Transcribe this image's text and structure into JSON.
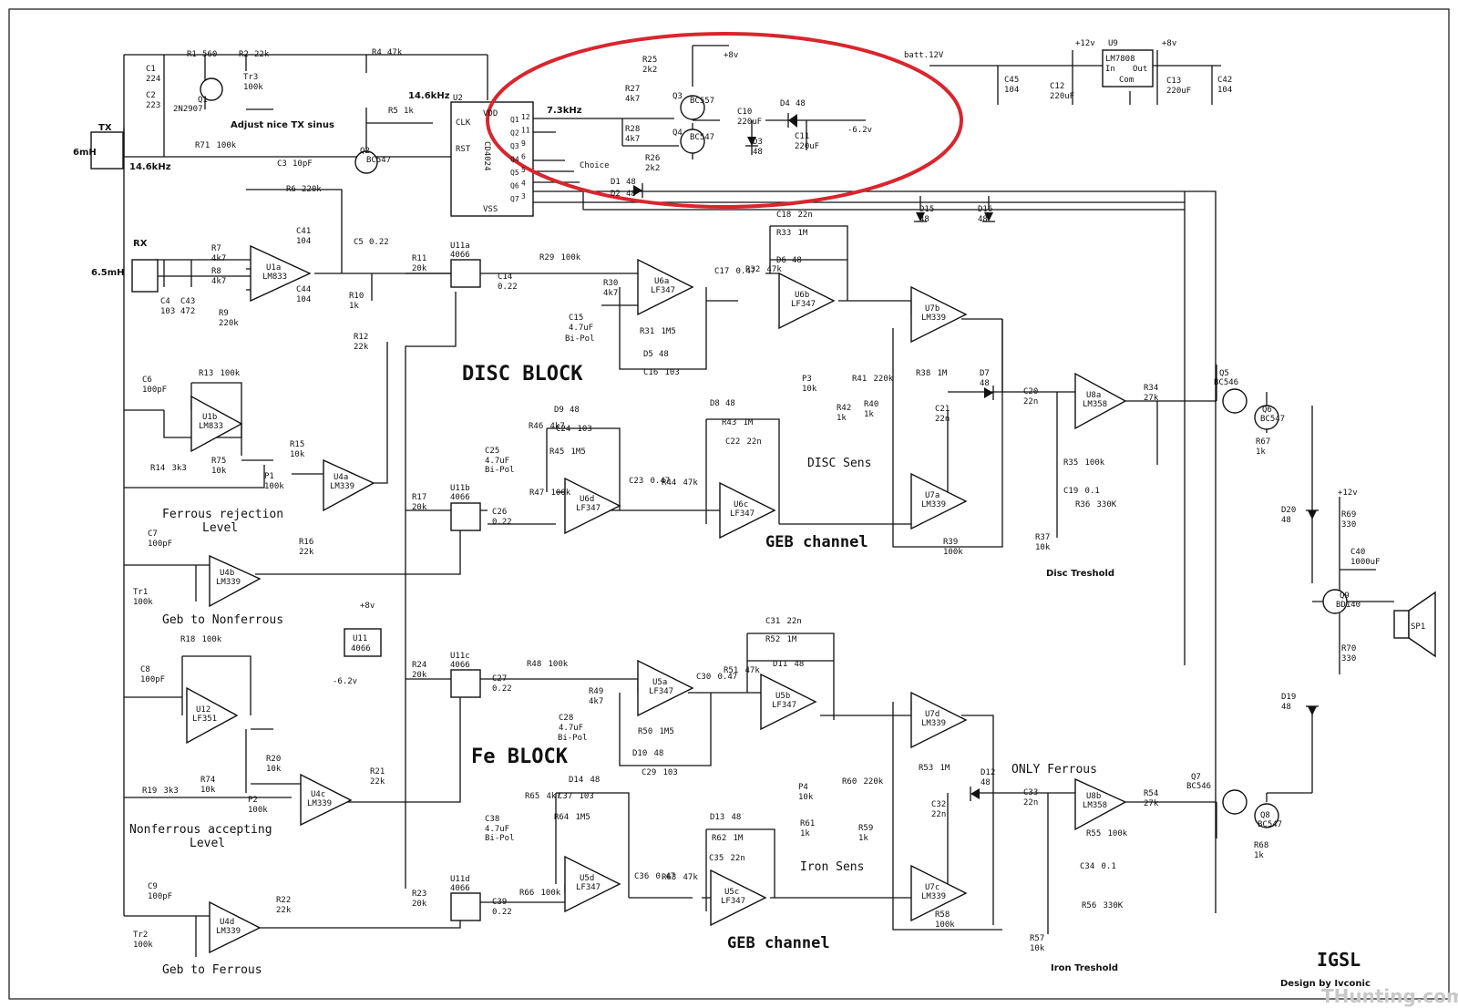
{
  "title": "IGSL",
  "designer": "Design by Ivconic",
  "watermark": "THunting.com",
  "highlight_color": "#d8262e",
  "blocks": {
    "disc": "DISC BLOCK",
    "fe": "Fe BLOCK",
    "geb_disc": "GEB channel",
    "geb_fe": "GEB channel"
  },
  "labels": {
    "tx": "TX",
    "tx_ind": "6mH",
    "tx_freq": "14.6kHz",
    "rx": "RX",
    "rx_ind": "6.5mH",
    "adjust": "Adjust nice TX sinus",
    "freq_u2": "14.6kHz",
    "freq_q1": "7.3kHz",
    "choice": "Choice",
    "batt": "batt.12V",
    "ferrous_rejection": "Ferrous rejection",
    "ferrous_rejection2": "Level",
    "geb_nonferrous": "Geb to Nonferrous",
    "nonferrous_accepting": "Nonferrous accepting",
    "nonferrous_accepting2": "Level",
    "geb_ferrous": "Geb to Ferrous",
    "disc_sens": "DISC Sens",
    "iron_sens": "Iron Sens",
    "disc_treshold": "Disc Treshold",
    "iron_treshold": "Iron Treshold",
    "only_ferrous": "ONLY Ferrous",
    "minus62": "-6.2v",
    "plus8": "+8v",
    "plus12": "+12v",
    "bipol": "Bi-Pol"
  },
  "parts": {
    "u2": {
      "name": "U2",
      "ic": "CD4024",
      "clk": "CLK",
      "rst": "RST",
      "vdd": "VDD",
      "vss": "VSS",
      "pins": [
        "Q1",
        "Q2",
        "Q3",
        "Q4",
        "Q5",
        "Q6",
        "Q7"
      ],
      "pin_nums": [
        "12",
        "11",
        "9",
        "6",
        "5",
        "4",
        "3"
      ]
    },
    "u9": {
      "name": "U9",
      "ic": "LM7808",
      "in": "In",
      "out": "Out",
      "com": "Com"
    },
    "u1a": {
      "name": "U1a",
      "ic": "LM833"
    },
    "u1b": {
      "name": "U1b",
      "ic": "LM833"
    },
    "u6a": {
      "name": "U6a",
      "ic": "LF347"
    },
    "u6b": {
      "name": "U6b",
      "ic": "LF347"
    },
    "u6c": {
      "name": "U6c",
      "ic": "LF347"
    },
    "u6d": {
      "name": "U6d",
      "ic": "LF347"
    },
    "u5a": {
      "name": "U5a",
      "ic": "LF347"
    },
    "u5b": {
      "name": "U5b",
      "ic": "LF347"
    },
    "u5c": {
      "name": "U5c",
      "ic": "LF347"
    },
    "u5d": {
      "name": "U5d",
      "ic": "LF347"
    },
    "u7a": {
      "name": "U7a",
      "ic": "LM339"
    },
    "u7b": {
      "name": "U7b",
      "ic": "LM339"
    },
    "u7c": {
      "name": "U7c",
      "ic": "LM339"
    },
    "u7d": {
      "name": "U7d",
      "ic": "LM339"
    },
    "u4a": {
      "name": "U4a",
      "ic": "LM339"
    },
    "u4b": {
      "name": "U4b",
      "ic": "LM339"
    },
    "u4c": {
      "name": "U4c",
      "ic": "LM339"
    },
    "u4d": {
      "name": "U4d",
      "ic": "LM339"
    },
    "u8a": {
      "name": "U8a",
      "ic": "LM358"
    },
    "u8b": {
      "name": "U8b",
      "ic": "LM358"
    },
    "u12": {
      "name": "U12",
      "ic": "LF351"
    },
    "u11": {
      "name": "U11",
      "ic": "4066"
    },
    "u11a": {
      "name": "U11a",
      "ic": "4066"
    },
    "u11b": {
      "name": "U11b",
      "ic": "4066"
    },
    "u11c": {
      "name": "U11c",
      "ic": "4066"
    },
    "u11d": {
      "name": "U11d",
      "ic": "4066"
    },
    "q1": {
      "name": "Q1",
      "type": "2N2907"
    },
    "q2": {
      "name": "Q2",
      "type": "BC547"
    },
    "q3": {
      "name": "Q3",
      "type": "BC557"
    },
    "q4": {
      "name": "Q4",
      "type": "BC547"
    },
    "q5": {
      "name": "Q5",
      "type": "BC546"
    },
    "q6": {
      "name": "Q6",
      "type": "BC547"
    },
    "q7": {
      "name": "Q7",
      "type": "BC546"
    },
    "q8": {
      "name": "Q8",
      "type": "BC547"
    },
    "q9": {
      "name": "Q9",
      "type": "BD140"
    },
    "sp1": {
      "name": "SP1"
    }
  },
  "components": [
    {
      "n": "R1",
      "v": "560"
    },
    {
      "n": "R2",
      "v": "22k"
    },
    {
      "n": "R4",
      "v": "47k"
    },
    {
      "n": "R5",
      "v": "1k"
    },
    {
      "n": "R71",
      "v": "100k"
    },
    {
      "n": "R6",
      "v": "220k"
    },
    {
      "n": "R7",
      "v": "4k7"
    },
    {
      "n": "R8",
      "v": "4k7"
    },
    {
      "n": "R9",
      "v": "220k"
    },
    {
      "n": "R10",
      "v": "1k"
    },
    {
      "n": "R11",
      "v": "20k"
    },
    {
      "n": "R12",
      "v": "22k"
    },
    {
      "n": "R13",
      "v": "100k"
    },
    {
      "n": "R14",
      "v": "3k3"
    },
    {
      "n": "R15",
      "v": "10k"
    },
    {
      "n": "R75",
      "v": "10k"
    },
    {
      "n": "P1",
      "v": "100k"
    },
    {
      "n": "R16",
      "v": "22k"
    },
    {
      "n": "R17",
      "v": "20k"
    },
    {
      "n": "R18",
      "v": "100k"
    },
    {
      "n": "R19",
      "v": "3k3"
    },
    {
      "n": "R20",
      "v": "10k"
    },
    {
      "n": "R74",
      "v": "10k"
    },
    {
      "n": "P2",
      "v": "100k"
    },
    {
      "n": "R21",
      "v": "22k"
    },
    {
      "n": "R22",
      "v": "22k"
    },
    {
      "n": "R23",
      "v": "20k"
    },
    {
      "n": "R24",
      "v": "20k"
    },
    {
      "n": "R25",
      "v": "2k2"
    },
    {
      "n": "R26",
      "v": "2k2"
    },
    {
      "n": "R27",
      "v": "4k7"
    },
    {
      "n": "R28",
      "v": "4k7"
    },
    {
      "n": "R29",
      "v": "100k"
    },
    {
      "n": "R30",
      "v": "4k7"
    },
    {
      "n": "R31",
      "v": "1M5"
    },
    {
      "n": "R32",
      "v": "47k"
    },
    {
      "n": "R33",
      "v": "1M"
    },
    {
      "n": "R34",
      "v": "27k"
    },
    {
      "n": "R35",
      "v": "100k"
    },
    {
      "n": "R36",
      "v": "330K"
    },
    {
      "n": "R37",
      "v": "10k"
    },
    {
      "n": "R38",
      "v": "1M"
    },
    {
      "n": "R39",
      "v": "100k"
    },
    {
      "n": "R40",
      "v": "1k"
    },
    {
      "n": "R41",
      "v": "220k"
    },
    {
      "n": "R42",
      "v": "1k"
    },
    {
      "n": "P3",
      "v": "10k"
    },
    {
      "n": "R43",
      "v": "1M"
    },
    {
      "n": "R44",
      "v": "47k"
    },
    {
      "n": "R45",
      "v": "1M5"
    },
    {
      "n": "R46",
      "v": "4k7"
    },
    {
      "n": "R47",
      "v": "100k"
    },
    {
      "n": "R48",
      "v": "100k"
    },
    {
      "n": "R49",
      "v": "4k7"
    },
    {
      "n": "R50",
      "v": "1M5"
    },
    {
      "n": "R51",
      "v": "47k"
    },
    {
      "n": "R52",
      "v": "1M"
    },
    {
      "n": "R53",
      "v": "1M"
    },
    {
      "n": "R54",
      "v": "27k"
    },
    {
      "n": "R55",
      "v": "100k"
    },
    {
      "n": "R56",
      "v": "330K"
    },
    {
      "n": "R57",
      "v": "10k"
    },
    {
      "n": "R58",
      "v": "100k"
    },
    {
      "n": "R59",
      "v": "1k"
    },
    {
      "n": "R60",
      "v": "220k"
    },
    {
      "n": "R61",
      "v": "1k"
    },
    {
      "n": "P4",
      "v": "10k"
    },
    {
      "n": "R62",
      "v": "1M"
    },
    {
      "n": "R63",
      "v": "47k"
    },
    {
      "n": "R64",
      "v": "1M5"
    },
    {
      "n": "R65",
      "v": "4k7"
    },
    {
      "n": "R66",
      "v": "100k"
    },
    {
      "n": "R67",
      "v": "1k"
    },
    {
      "n": "R68",
      "v": "1k"
    },
    {
      "n": "R69",
      "v": "330"
    },
    {
      "n": "R70",
      "v": "330"
    },
    {
      "n": "Tr1",
      "v": "100k"
    },
    {
      "n": "Tr2",
      "v": "100k"
    },
    {
      "n": "Tr3",
      "v": "100k"
    },
    {
      "n": "C1",
      "v": "224"
    },
    {
      "n": "C2",
      "v": "223"
    },
    {
      "n": "C3",
      "v": "10pF"
    },
    {
      "n": "C4",
      "v": "103"
    },
    {
      "n": "C43",
      "v": "472"
    },
    {
      "n": "C5",
      "v": "0.22"
    },
    {
      "n": "C6",
      "v": "100pF"
    },
    {
      "n": "C7",
      "v": "100pF"
    },
    {
      "n": "C8",
      "v": "100pF"
    },
    {
      "n": "C9",
      "v": "100pF"
    },
    {
      "n": "C10",
      "v": "220uF"
    },
    {
      "n": "C11",
      "v": "220uF"
    },
    {
      "n": "C12",
      "v": "220uF"
    },
    {
      "n": "C13",
      "v": "220uF"
    },
    {
      "n": "C14",
      "v": "0.22"
    },
    {
      "n": "C15",
      "v": "4.7uF"
    },
    {
      "n": "C16",
      "v": "103"
    },
    {
      "n": "C17",
      "v": "0.47"
    },
    {
      "n": "C18",
      "v": "22n"
    },
    {
      "n": "C19",
      "v": "0.1"
    },
    {
      "n": "C20",
      "v": "22n"
    },
    {
      "n": "C21",
      "v": "22n"
    },
    {
      "n": "C22",
      "v": "22n"
    },
    {
      "n": "C23",
      "v": "0.47"
    },
    {
      "n": "C24",
      "v": "103"
    },
    {
      "n": "C25",
      "v": "4.7uF"
    },
    {
      "n": "C26",
      "v": "0.22"
    },
    {
      "n": "C27",
      "v": "0.22"
    },
    {
      "n": "C28",
      "v": "4.7uF"
    },
    {
      "n": "C29",
      "v": "103"
    },
    {
      "n": "C30",
      "v": "0.47"
    },
    {
      "n": "C31",
      "v": "22n"
    },
    {
      "n": "C32",
      "v": "22n"
    },
    {
      "n": "C33",
      "v": "22n"
    },
    {
      "n": "C34",
      "v": "0.1"
    },
    {
      "n": "C35",
      "v": "22n"
    },
    {
      "n": "C36",
      "v": "0.47"
    },
    {
      "n": "C37",
      "v": "103"
    },
    {
      "n": "C38",
      "v": "4.7uF"
    },
    {
      "n": "C39",
      "v": "0.22"
    },
    {
      "n": "C40",
      "v": "1000uF"
    },
    {
      "n": "C41",
      "v": "104"
    },
    {
      "n": "C42",
      "v": "104"
    },
    {
      "n": "C44",
      "v": "104"
    },
    {
      "n": "C45",
      "v": "104"
    },
    {
      "n": "D1",
      "v": "48"
    },
    {
      "n": "D2",
      "v": "48"
    },
    {
      "n": "D3",
      "v": "48"
    },
    {
      "n": "D4",
      "v": "48"
    },
    {
      "n": "D5",
      "v": "48"
    },
    {
      "n": "D6",
      "v": "48"
    },
    {
      "n": "D7",
      "v": "48"
    },
    {
      "n": "D8",
      "v": "48"
    },
    {
      "n": "D9",
      "v": "48"
    },
    {
      "n": "D10",
      "v": "48"
    },
    {
      "n": "D11",
      "v": "48"
    },
    {
      "n": "D12",
      "v": "48"
    },
    {
      "n": "D13",
      "v": "48"
    },
    {
      "n": "D14",
      "v": "48"
    },
    {
      "n": "D15",
      "v": "48"
    },
    {
      "n": "D16",
      "v": "48"
    },
    {
      "n": "D19",
      "v": "48"
    },
    {
      "n": "D20",
      "v": "48"
    }
  ]
}
